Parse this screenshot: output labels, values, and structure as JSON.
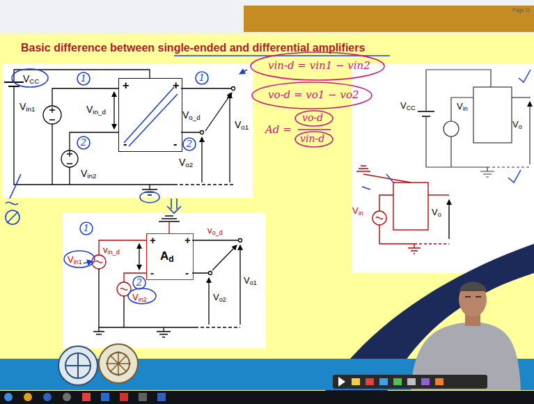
{
  "diagram": {
    "title": "Basic difference between single-ended and differential amplifiers",
    "nodes": [
      {
        "text": [
          "+",
          "-",
          "+",
          "-"
        ]
      },
      {
        "text": [
          "+",
          "-",
          "Ad",
          "+",
          "-"
        ]
      }
    ],
    "labels": [
      "Page 11",
      "VCC",
      "Vin1",
      "Vin2",
      "Vin_d",
      "Vo_d",
      "Vo1",
      "Vo2",
      "1",
      "2",
      "1",
      "2",
      "vin-d = vin1 − vin2",
      "vo-d = vo1 − vo2",
      "Ad =",
      "vo-d",
      "vin-d",
      "Vin",
      "Vo",
      "VCC",
      "Vin",
      "Vo",
      "Vin1",
      "Vin2",
      "vin_d",
      "vo_d",
      "Vo1",
      "Vo2",
      "1",
      "2"
    ]
  }
}
